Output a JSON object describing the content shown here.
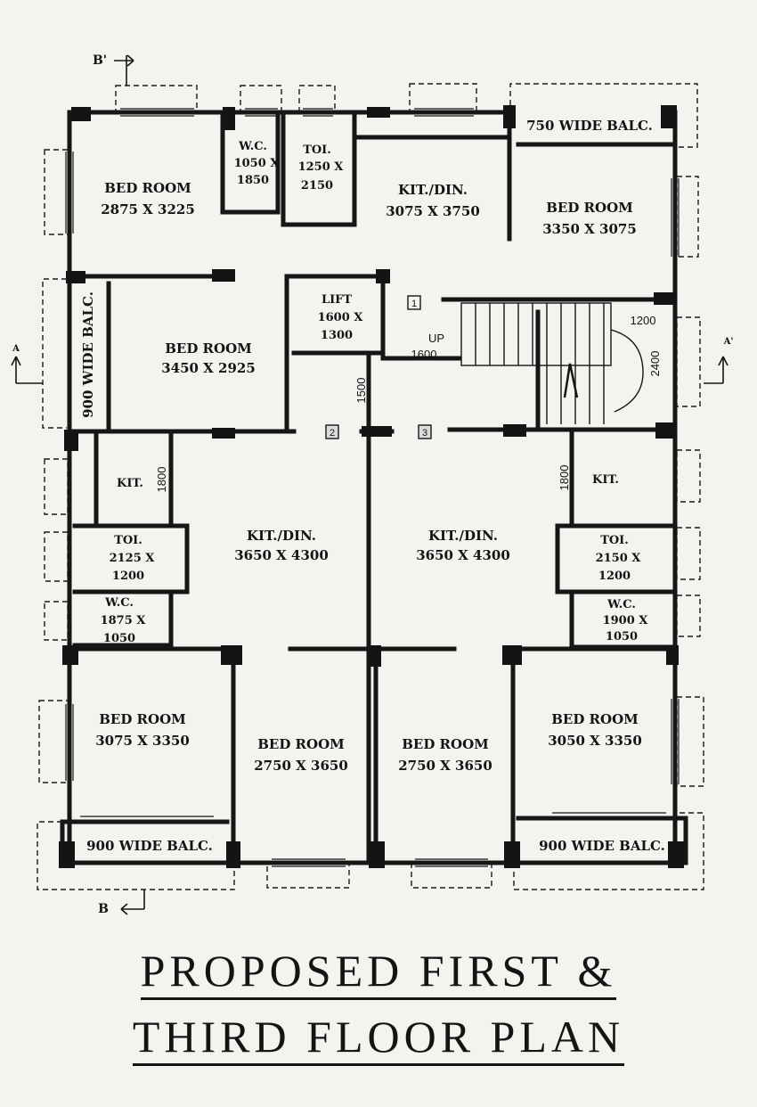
{
  "section_marks": {
    "b_top": "B'",
    "b_bottom": "B",
    "a_left": "A",
    "a_right": "A'"
  },
  "rooms": {
    "bed_nw": {
      "name": "BED ROOM",
      "size": "2875 X 3225"
    },
    "wc_top": {
      "name": "W.C.",
      "dim1": "1050 X",
      "dim2": "1850"
    },
    "toi_top": {
      "name": "TOI.",
      "dim1": "1250 X",
      "dim2": "2150"
    },
    "kit_top": {
      "name": "KIT./DIN.",
      "size": "3075 X 3750"
    },
    "balc_top": {
      "name": "750 WIDE BALC."
    },
    "bed_ne": {
      "name": "BED ROOM",
      "size": "3350 X 3075"
    },
    "balc_left": {
      "name": "900 WIDE BALC."
    },
    "bed_w": {
      "name": "BED ROOM",
      "size": "3450 X 2925"
    },
    "lift": {
      "name": "LIFT",
      "dim1": "1600 X",
      "dim2": "1300"
    },
    "kit_sw": {
      "name": "KIT."
    },
    "kit_se": {
      "name": "KIT."
    },
    "toi_w": {
      "name": "TOI.",
      "dim1": "2125 X",
      "dim2": "1200"
    },
    "wc_w": {
      "name": "W.C.",
      "dim1": "1875 X",
      "dim2": "1050"
    },
    "kd_w": {
      "name": "KIT./DIN.",
      "size": "3650 X 4300"
    },
    "kd_e": {
      "name": "KIT./DIN.",
      "size": "3650 X 4300"
    },
    "toi_e": {
      "name": "TOI.",
      "dim1": "2150 X",
      "dim2": "1200"
    },
    "wc_e": {
      "name": "W.C.",
      "dim1": "1900 X",
      "dim2": "1050"
    },
    "bed_sw": {
      "name": "BED ROOM",
      "size": "3075 X 3350"
    },
    "bed_s1": {
      "name": "BED ROOM",
      "size": "2750 X 3650"
    },
    "bed_s2": {
      "name": "BED ROOM",
      "size": "2750 X 3650"
    },
    "bed_se": {
      "name": "BED ROOM",
      "size": "3050 X 3350"
    },
    "balc_sw": {
      "name": "900 WIDE BALC."
    },
    "balc_se": {
      "name": "900 WIDE BALC."
    }
  },
  "stair": {
    "up_label": "UP",
    "width_dim": "1600",
    "landing_dim_h": "1200",
    "landing_dim_v": "2400"
  },
  "dims": {
    "lobby_v": "1500",
    "kit_w_v": "1800",
    "kit_e_v": "1800"
  },
  "flat_tags": [
    "1",
    "2",
    "3"
  ],
  "title": {
    "line1": "PROPOSED FIRST &",
    "line2": "THIRD FLOOR PLAN"
  }
}
